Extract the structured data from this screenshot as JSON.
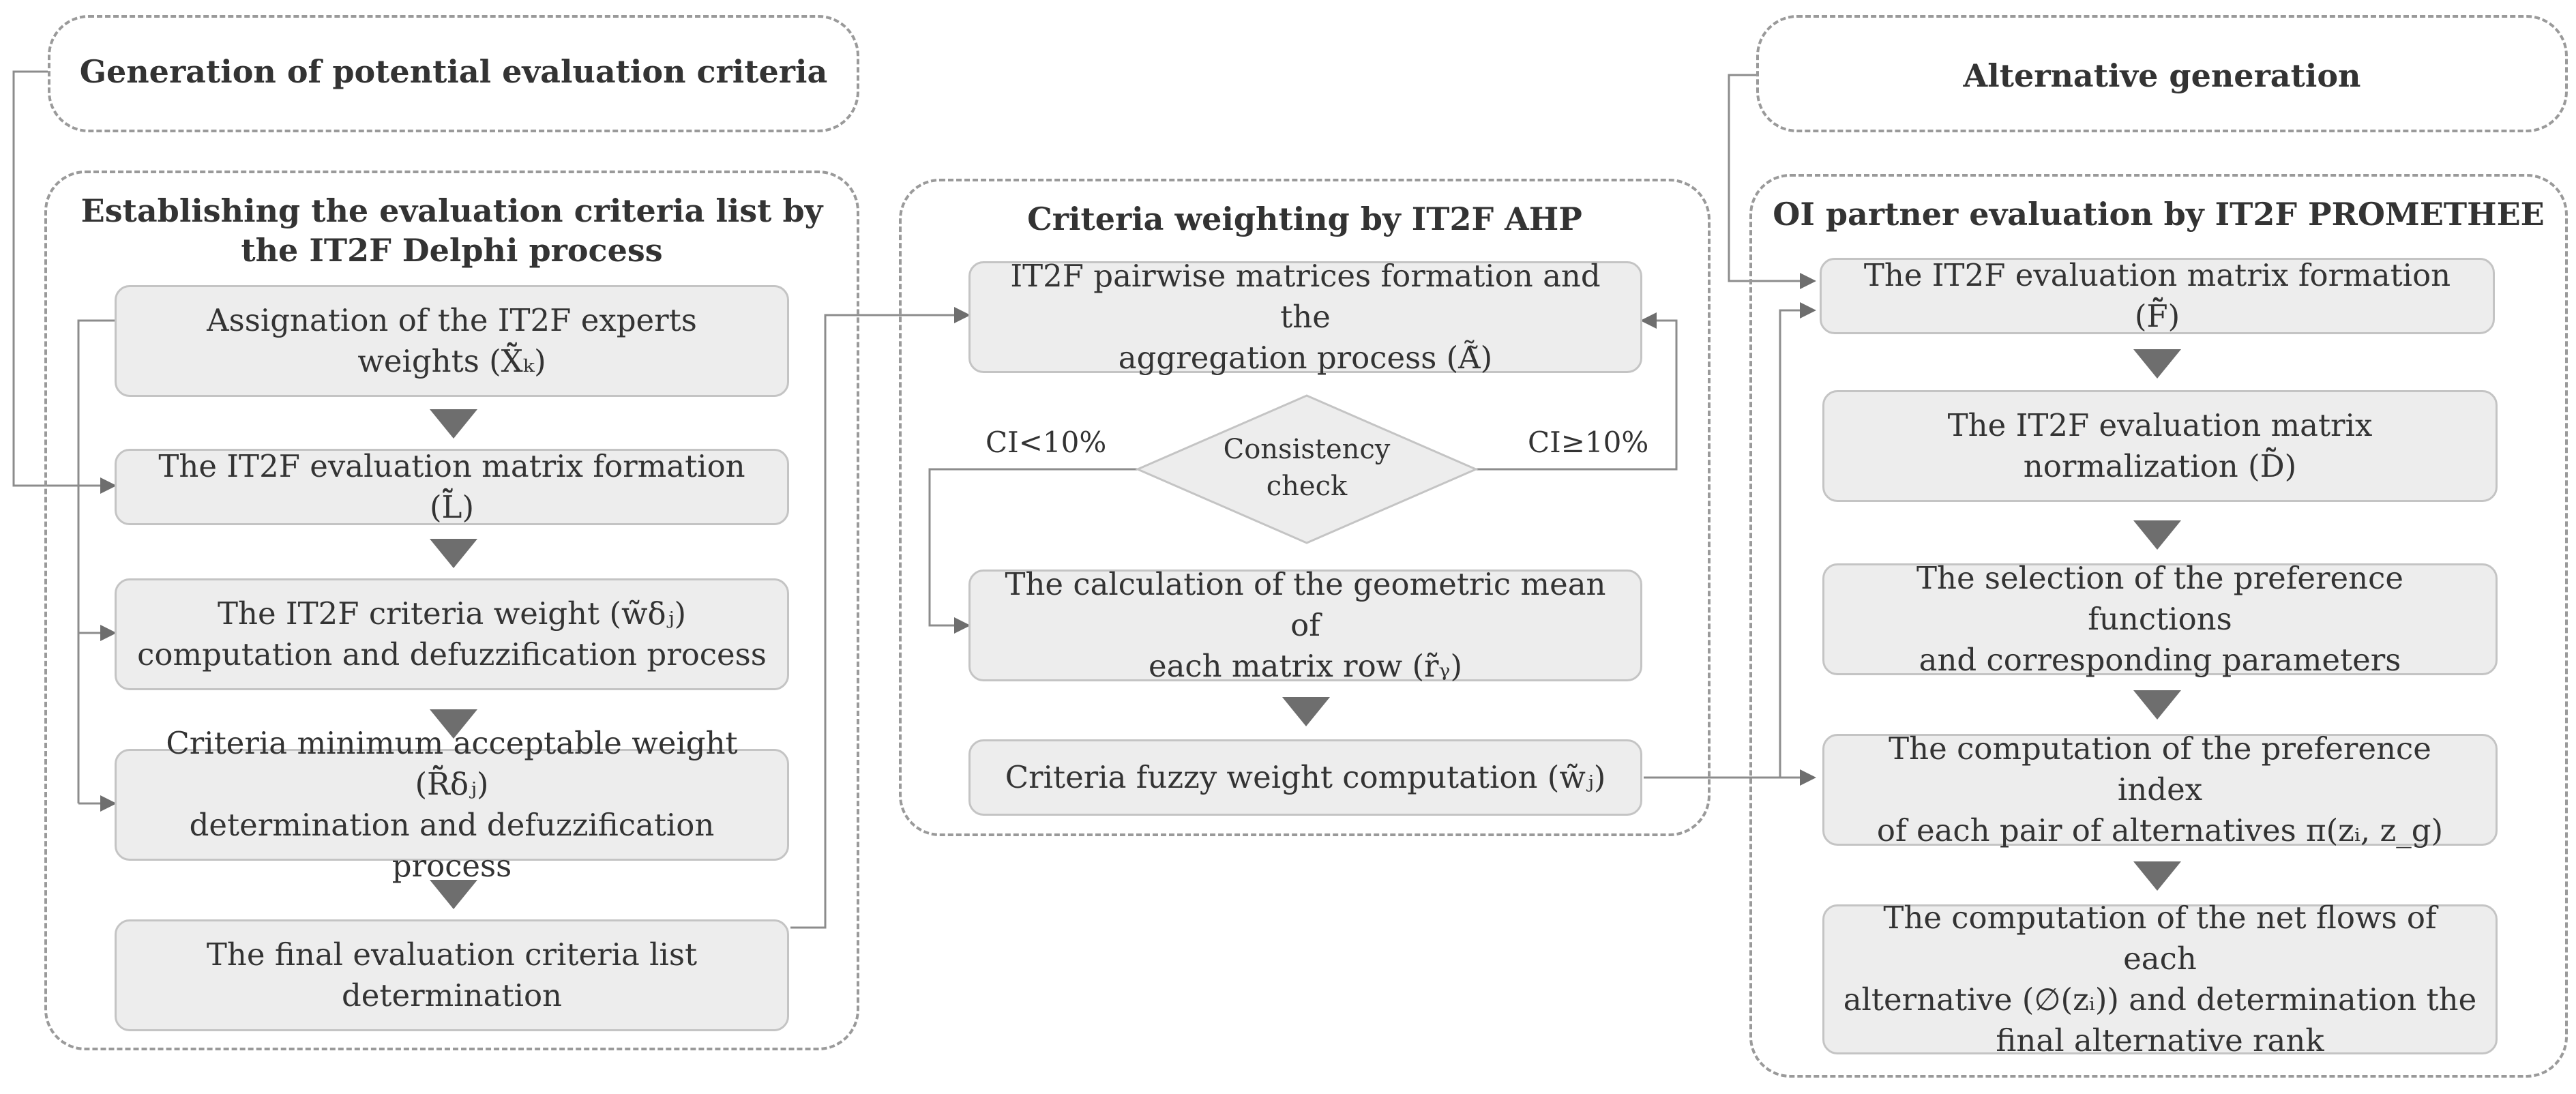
{
  "colors": {
    "box_fill": "#ededed",
    "box_border": "#c4c4c4",
    "group_border": "#9a9a9a",
    "connector": "#8c8c8c",
    "arrowhead": "#6e6e6e",
    "text": "#333333"
  },
  "left": {
    "generation_title": "Generation of potential evaluation criteria",
    "delphi_title": "Establishing the evaluation criteria list by\nthe IT2F Delphi process",
    "steps": [
      "Assignation of the IT2F experts\nweights (X̃̃ₖ)",
      "The IT2F evaluation matrix formation (L̃̃)",
      "The IT2F criteria weight (w̃̃δⱼ)\ncomputation and defuzzification process",
      "Criteria minimum acceptable weight (R̃̃δⱼ)\ndetermination and defuzzification process",
      "The final evaluation criteria list\ndetermination"
    ]
  },
  "middle": {
    "title": "Criteria weighting by IT2F AHP",
    "steps": [
      "IT2F pairwise matrices formation and the\naggregation process (Ã̃)",
      "The calculation of the geometric mean of\neach matrix row (r̃̃ᵧ)",
      "Criteria fuzzy weight computation  (w̃̃ⱼ)"
    ],
    "decision": "Consistency\ncheck",
    "cond_left": "CI<10%",
    "cond_right": "CI≥10%"
  },
  "right": {
    "alt_title": "Alternative generation",
    "promethee_title": "OI partner evaluation by IT2F PROMETHEE",
    "steps": [
      "The IT2F evaluation matrix formation (F̃̃)",
      "The IT2F evaluation matrix\nnormalization (D̃̃)",
      "The selection of the preference functions\nand corresponding parameters",
      "The computation of the preference index\nof each pair of alternatives π(zᵢ, z_g)",
      "The computation of the net flows of each\nalternative (∅(zᵢ)) and determination the\nfinal alternative rank"
    ]
  }
}
